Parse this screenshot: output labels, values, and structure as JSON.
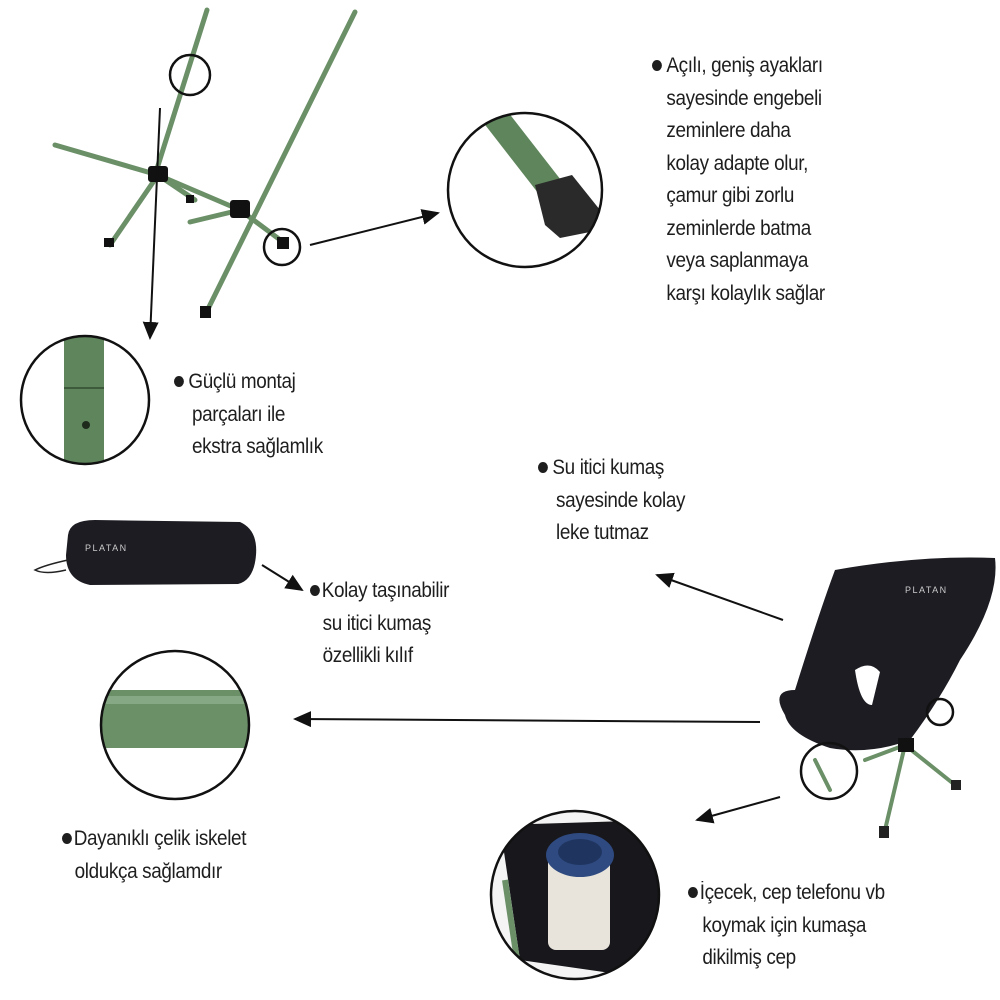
{
  "brand": "PLATAN",
  "colors": {
    "frame_green": "#6b9068",
    "fabric_black": "#1c1c22",
    "text": "#1e1e1e"
  },
  "features": [
    {
      "id": "feet",
      "lines": [
        "Açılı, geniş ayakları",
        "sayesinde engebeli",
        "zeminlere daha",
        "kolay adapte olur,",
        "çamur gibi zorlu",
        "zeminlerde batma",
        "veya saplanmaya",
        "karşı kolaylık sağlar"
      ]
    },
    {
      "id": "joints",
      "lines": [
        "Güçlü montaj",
        "parçaları ile",
        "ekstra sağlamlık"
      ]
    },
    {
      "id": "fabric",
      "lines": [
        "Su itici kumaş",
        "sayesinde kolay",
        "leke tutmaz"
      ]
    },
    {
      "id": "bag",
      "lines": [
        "Kolay taşınabilir",
        "su itici kumaş",
        "özellikli kılıf"
      ]
    },
    {
      "id": "frame",
      "lines": [
        "Dayanıklı çelik iskelet",
        "oldukça sağlamdır"
      ]
    },
    {
      "id": "pocket",
      "lines": [
        "İçecek, cep telefonu vb",
        "koymak için kumaşa",
        "dikilmiş cep"
      ]
    }
  ]
}
